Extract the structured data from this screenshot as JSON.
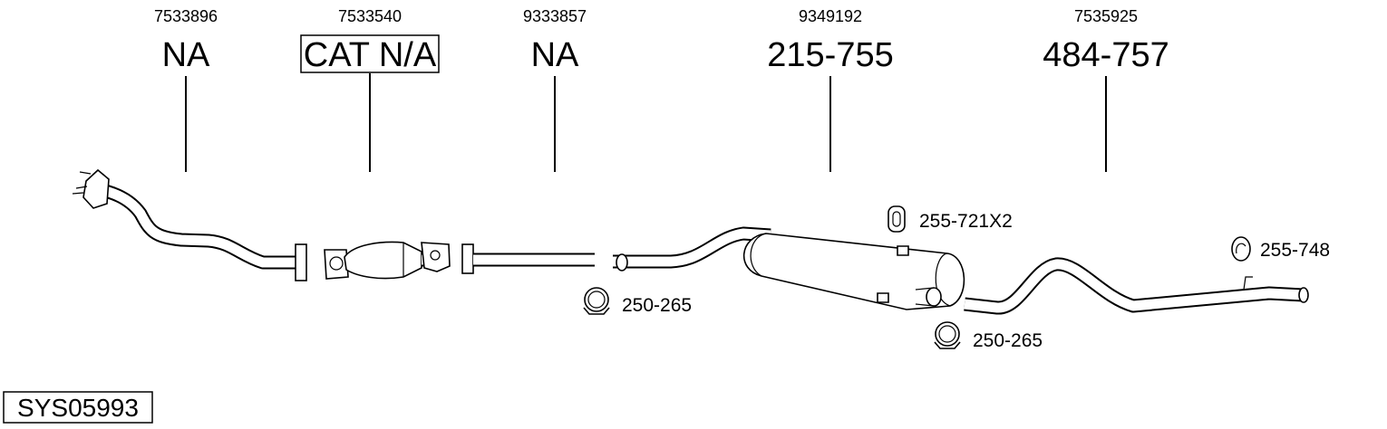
{
  "parts": [
    {
      "part_no": "7533896",
      "code": "NA"
    },
    {
      "part_no": "7533540",
      "code": "CAT N/A"
    },
    {
      "part_no": "9333857",
      "code": "NA"
    },
    {
      "part_no": "9349192",
      "code": "215-755"
    },
    {
      "part_no": "7535925",
      "code": "484-757"
    }
  ],
  "accessories": [
    {
      "label": "255-721X2",
      "icon": "rubber-mount-icon"
    },
    {
      "label": "255-748",
      "icon": "rubber-hanger-icon"
    },
    {
      "label": "250-265",
      "icon": "clamp-icon"
    },
    {
      "label": "250-265",
      "icon": "clamp-icon"
    }
  ],
  "system_code": "SYS05993"
}
